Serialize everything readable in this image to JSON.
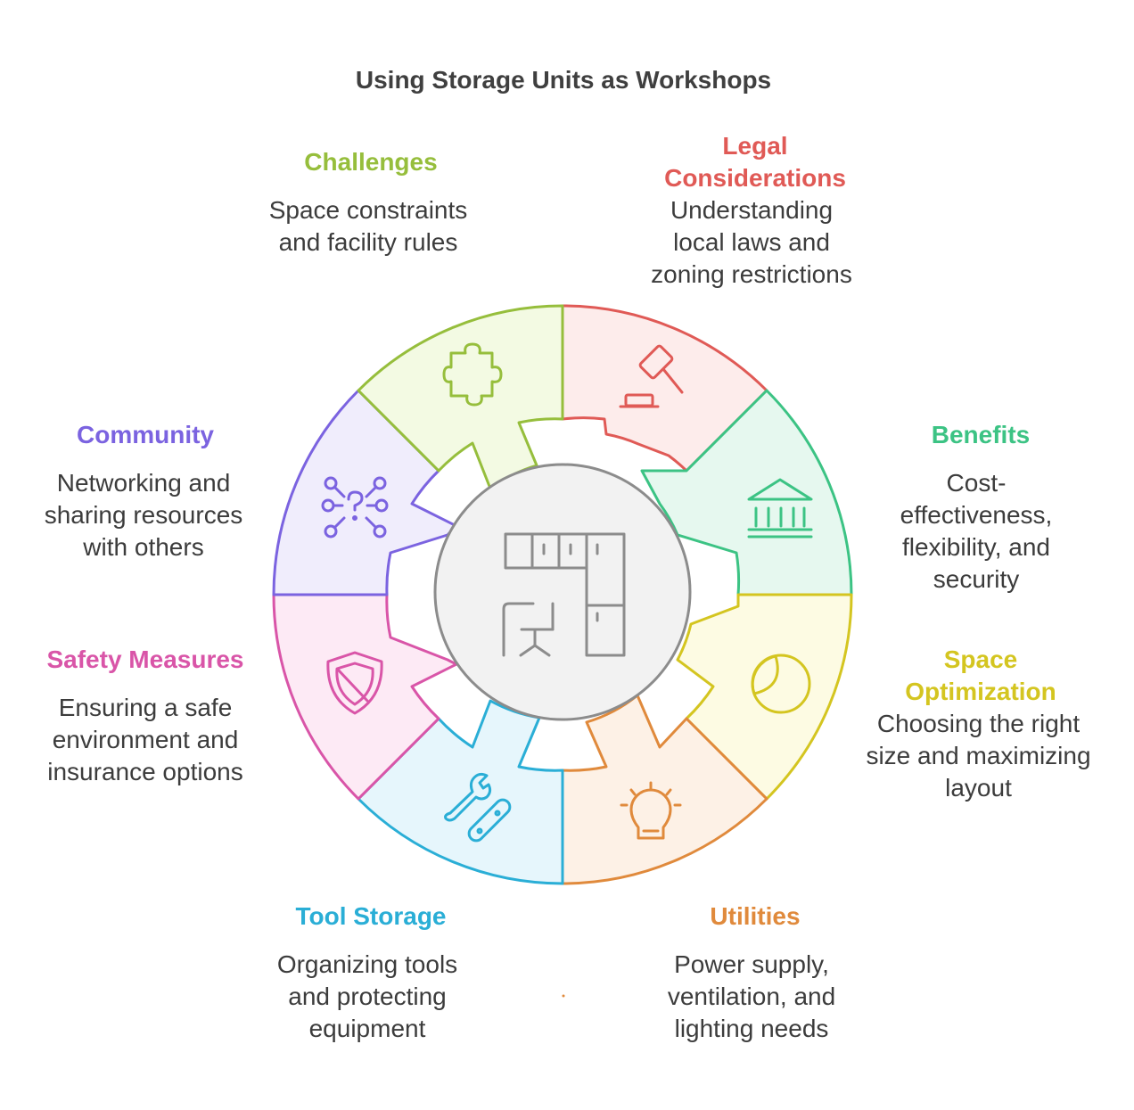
{
  "title": "Using Storage Units as Workshops",
  "segments": [
    {
      "id": "legal",
      "label": "Legal Considerations",
      "description": "Understanding local laws and zoning restrictions",
      "color": "#e05a56",
      "fill": "#fdeceb",
      "icon": "gavel-icon"
    },
    {
      "id": "benefits",
      "label": "Benefits",
      "description": "Cost-effectiveness, flexibility, and security",
      "color": "#3cc384",
      "fill": "#e6f8ef",
      "icon": "bank-icon"
    },
    {
      "id": "space",
      "label": "Space Optimization",
      "description": "Choosing the right size and maximizing layout",
      "color": "#d4c520",
      "fill": "#fdfbe3",
      "icon": "pie-chart-icon"
    },
    {
      "id": "utilities",
      "label": "Utilities",
      "description": "Power supply, ventilation, and lighting needs",
      "color": "#e08a3c",
      "fill": "#fdf1e6",
      "icon": "lightbulb-icon"
    },
    {
      "id": "tools",
      "label": "Tool Storage",
      "description": "Organizing tools and protecting equipment",
      "color": "#2aaed6",
      "fill": "#e6f6fc",
      "icon": "wrench-icon"
    },
    {
      "id": "safety",
      "label": "Safety Measures",
      "description": "Ensuring a safe environment and insurance options",
      "color": "#d955a8",
      "fill": "#fdeaf5",
      "icon": "shield-icon"
    },
    {
      "id": "community",
      "label": "Community",
      "description": "Networking and sharing resources with others",
      "color": "#7b63e0",
      "fill": "#f0edfc",
      "icon": "network-icon"
    },
    {
      "id": "challenges",
      "label": "Challenges",
      "description": "Space constraints and facility rules",
      "color": "#96be3c",
      "fill": "#f3fae3",
      "icon": "puzzle-icon"
    }
  ],
  "center": {
    "icon": "floor-plan-icon",
    "stroke": "#8c8c8c",
    "fill": "#f2f2f2"
  }
}
